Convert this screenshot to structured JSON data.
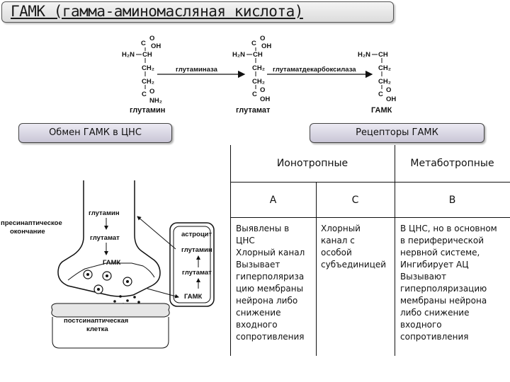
{
  "title": "ГАМК (гамма-аминомасляная кислота)",
  "reaction": {
    "glutamine": {
      "o_top": "O",
      "oh": "OH",
      "h2n": "H₂N",
      "ch": "CH",
      "ch2a": "CH₂",
      "ch2b": "CH₂",
      "o_low": "O",
      "nh2": "NH₂",
      "c_top": "C",
      "c_low": "C",
      "name": "глутамин"
    },
    "enzyme1": "глутаминаза",
    "glutamate": {
      "o_top": "O",
      "oh": "OH",
      "h2n": "H₂N",
      "ch": "CH",
      "ch2a": "CH₂",
      "ch2b": "CH₂",
      "o_low": "O",
      "oh_low": "OH",
      "c_top": "C",
      "c_low": "C",
      "name": "глутамат"
    },
    "enzyme2": "глутаматдекарбоксилаза",
    "gaba": {
      "h2n": "H₂N",
      "ch": "CH",
      "ch2a": "CH₂",
      "ch2b": "CH₂",
      "o_low": "O",
      "oh_low": "OH",
      "c_low": "C",
      "name": "ГАМК"
    }
  },
  "buttons": {
    "metabolism": "Обмен ГАМК в ЦНС",
    "receptors": "Рецепторы ГАМК"
  },
  "synapse": {
    "presynaptic": "пресинаптическое\nокончание",
    "glutamine": "глутамин",
    "glutamate": "глутамат",
    "gaba": "ГАМК",
    "postsynaptic": "постсинаптическая\nклетка",
    "astrocyte": "астроцит",
    "astro_glutamine": "глутамин",
    "astro_glutamate": "глутамат",
    "astro_gaba": "ГАМК"
  },
  "table": {
    "headers": [
      "Ионотропные",
      "Метаботропные"
    ],
    "letters": [
      "A",
      "C",
      "B"
    ],
    "cells": [
      "Выявлены в\nЦНС\nХлорный канал\nВызывает\nгиперполяриза\nцию мембраны\nнейрона либо\nснижение\nвходного\nсопротивления",
      "Хлорный\nканал с\nособой\nсубъединицей",
      "В ЦНС, но в основном\nв периферической\nнервной системе,\nИнгибирует АЦ\nВызывают\nгиперполяризацию\nмембраны нейрона\nлибо снижение\nвходного\nсопротивления"
    ]
  }
}
